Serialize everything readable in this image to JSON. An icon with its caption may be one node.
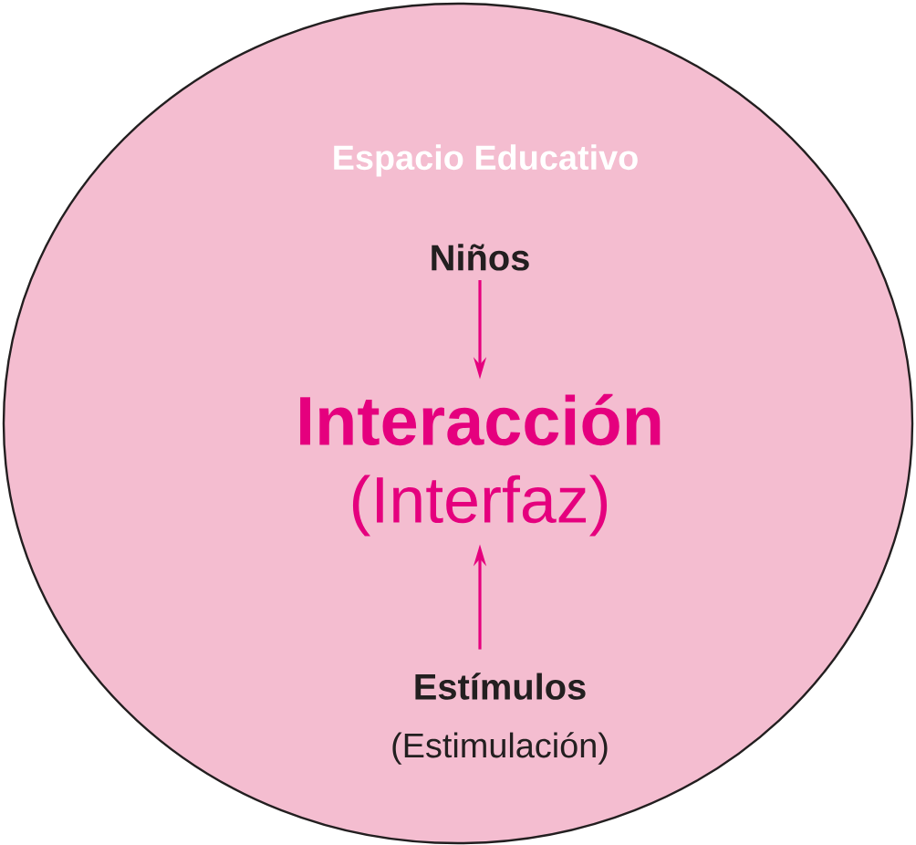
{
  "diagram": {
    "nodes": [
      {
        "text": [
          "Espacio Educativo"
        ]
      },
      {
        "text": [
          "Niños"
        ],
        "in": 0
      },
      {
        "text": [
          "Interacción",
          "(Interfaz)"
        ],
        "in": 0
      },
      {
        "text": [
          "Estímulos",
          "(Estimulación)"
        ],
        "in": 0
      }
    ],
    "edges": [
      {
        "from": 1,
        "to": 2,
        "arrow": "to"
      },
      {
        "from": 3,
        "to": 2,
        "arrow": "to"
      }
    ]
  }
}
